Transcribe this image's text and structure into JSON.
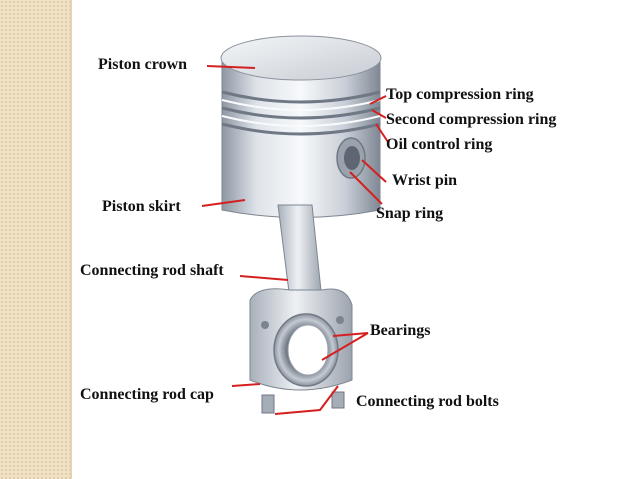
{
  "labels": {
    "piston_crown": "Piston crown",
    "top_compression_ring": "Top compression ring",
    "second_compression_ring": "Second compression ring",
    "oil_control_ring": "Oil control ring",
    "wrist_pin": "Wrist pin",
    "snap_ring": "Snap ring",
    "piston_skirt": "Piston skirt",
    "connecting_rod_shaft": "Connecting rod shaft",
    "bearings": "Bearings",
    "connecting_rod_cap": "Connecting rod cap",
    "connecting_rod_bolts": "Connecting rod bolts"
  },
  "colors": {
    "leader_line": "#d42020",
    "side_panel": "#f1e2c5"
  }
}
